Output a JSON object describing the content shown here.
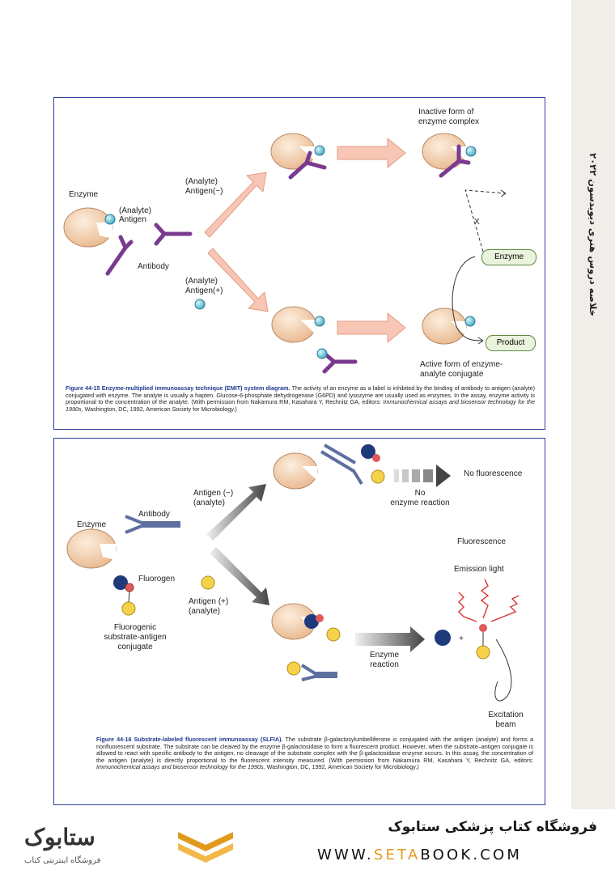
{
  "side_note": "خلاصه دروس هنری دیویدسون ۲۰۲۲",
  "figure1": {
    "labels": {
      "enzyme": "Enzyme",
      "analyte_antigen_1": "(Analyte)",
      "analyte_antigen_2": "Antigen",
      "antibody": "Antibody",
      "antigen_minus_1": "(Analyte)",
      "antigen_minus_2": "Antigen(−)",
      "antigen_plus_1": "(Analyte)",
      "antigen_plus_2": "Antigen(+)",
      "inactive_1": "Inactive form of",
      "inactive_2": "enzyme complex",
      "x_mark": "X",
      "enzyme_pill": "Enzyme",
      "product_pill": "Product",
      "active_1": "Active form of enzyme-",
      "active_2": "analyte conjugate"
    },
    "caption": {
      "number": "Figure 44-15",
      "title": "Enzyme-multiplied immunoassay technique (EMIT) system diagram.",
      "body": "The activity of an enzyme as a label is inhibited by the binding of antibody to antigen (analyte) conjugated with enzyme. The analyte is usually a hapten. Glucose-6-phosphate dehydrogenase (G6PD) and lysozyme are usually used as enzymes. In the assay, enzyme activity is proportional to the concentration of the analyte. (With permission from Nakamura RM, Kasahara Y, Rechnitz GA, editors:",
      "italic": "Immunochemical assays and biosensor technology for the 1990s,",
      "tail": "Washington, DC, 1992, American Society for Microbiology.)"
    }
  },
  "figure2": {
    "labels": {
      "enzyme": "Enzyme",
      "antibody": "Antibody",
      "fluorogen": "Fluorogen",
      "conj_1": "Fluorogenic",
      "conj_2": "substrate-antigen",
      "conj_3": "conjugate",
      "antigen_minus_1": "Antigen (−)",
      "antigen_minus_2": "(analyte)",
      "antigen_plus_1": "Antigen (+)",
      "antigen_plus_2": "(analyte)",
      "no_fluor": "No fluorescence",
      "no_reaction_1": "No",
      "no_reaction_2": "enzyme reaction",
      "fluorescence": "Fluorescence",
      "emission": "Emission light",
      "enzyme_reaction_1": "Enzyme",
      "enzyme_reaction_2": "reaction",
      "plus": "+",
      "excitation_1": "Excitation",
      "excitation_2": "beam"
    },
    "caption": {
      "number": "Figure 44-16",
      "title": "Substrate-labeled fluorescent immunoassay (SLFIA).",
      "body": "The substrate β-galactosylumbelliferone is conjugated with the antigen (analyte) and forms a nonfluorescent substrate. The substrate can be cleaved by the enzyme β-galactosidase to form a fluorescent product. However, when the substrate–antigen conjugate is allowed to react with specific antibody to the antigen, no cleavage of the substrate complex with the β-galactosidase enzyme occurs. In this assay, the concentration of the antigen (analyte) is directly proportional to the fluorescent intensity measured. (With permission from Nakamura RM, Kasahara Y, Rechnitz GA, editors:",
      "italic": "Immunochemical assays and biosensor technology for the 1990s,",
      "tail": "Washington, DC, 1992, American Society for Microbiology.)"
    }
  },
  "footer": {
    "store_title": "فروشگاه کتاب پزشکی ستابوک",
    "url_a": "WWW.",
    "url_hl": "SETA",
    "url_b": "BOOK.COM",
    "logo_text": "ستابوک",
    "logo_sub": "فروشگاه اینترنتی کتاب"
  },
  "colors": {
    "enzyme": "#f6d6b6",
    "antibody_purple": "#7a3a8f",
    "antibody_blue": "#5f6fa0",
    "antigen_cyan": "#7fd3e6",
    "arrow_salmon": "#f4b8a4",
    "caption_blue": "#1f3a8f",
    "accent_orange": "#e09b1f"
  }
}
